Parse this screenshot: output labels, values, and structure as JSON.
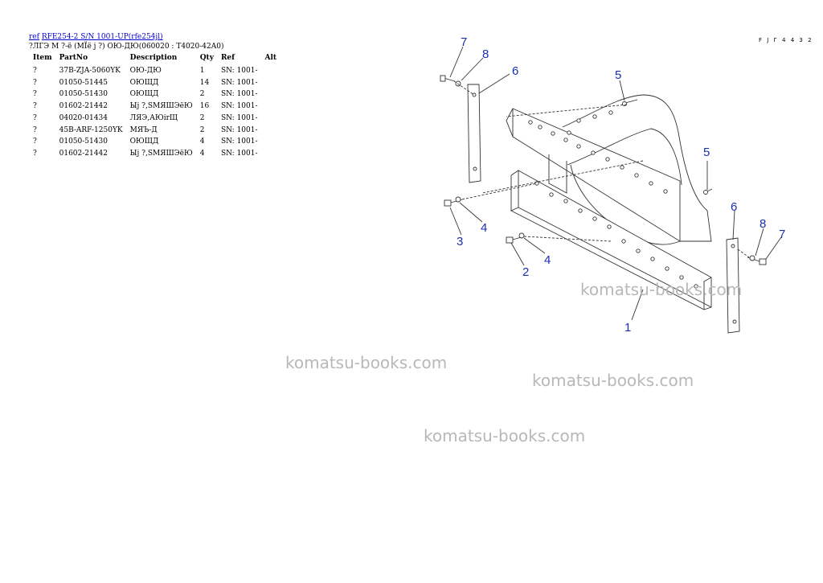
{
  "header": {
    "ref_link": "ref",
    "model_link": "RFE254-2 S/N 1001-UP(rfe254jl)"
  },
  "subtitle": "?ЛГЭ М ?-ё (МЇё j ?) ОЮ-ДЮ(060020 : T4020-42A0)",
  "page_code": "F J Г 4 4 3 2",
  "table": {
    "columns": [
      "Item",
      "PartNo",
      "Description",
      "Qty",
      "Ref",
      "Alt"
    ],
    "rows": [
      {
        "item": "?",
        "part_no": "37B-ZJA-5060YK",
        "description": "ОЮ-ДЮ",
        "qty": "1",
        "ref": "SN: 1001-",
        "alt": ""
      },
      {
        "item": "?",
        "part_no": "01050-51445",
        "description": "ОЮЩД",
        "qty": "14",
        "ref": "SN: 1001-",
        "alt": ""
      },
      {
        "item": "?",
        "part_no": "01050-51430",
        "description": "ОЮЩД",
        "qty": "2",
        "ref": "SN: 1001-",
        "alt": ""
      },
      {
        "item": "?",
        "part_no": "01602-21442",
        "description": "Ыj ?,SМЯШЭёЮ",
        "qty": "16",
        "ref": "SN: 1001-",
        "alt": ""
      },
      {
        "item": "?",
        "part_no": "04020-01434",
        "description": "ЛЯЭ,АЮirЩ",
        "qty": "2",
        "ref": "SN: 1001-",
        "alt": ""
      },
      {
        "item": "?",
        "part_no": "45B-ARF-1250YK",
        "description": "МЯЪ-Д",
        "qty": "2",
        "ref": "SN: 1001-",
        "alt": ""
      },
      {
        "item": "?",
        "part_no": "01050-51430",
        "description": "ОЮЩД",
        "qty": "4",
        "ref": "SN: 1001-",
        "alt": ""
      },
      {
        "item": "?",
        "part_no": "01602-21442",
        "description": "Ыj ?,SМЯШЭёЮ",
        "qty": "4",
        "ref": "SN: 1001-",
        "alt": ""
      }
    ]
  },
  "diagram": {
    "callouts": [
      {
        "id": "c7a",
        "label": "7"
      },
      {
        "id": "c8a",
        "label": "8"
      },
      {
        "id": "c6a",
        "label": "6"
      },
      {
        "id": "c5a",
        "label": "5"
      },
      {
        "id": "c5b",
        "label": "5"
      },
      {
        "id": "c6b",
        "label": "6"
      },
      {
        "id": "c8b",
        "label": "8"
      },
      {
        "id": "c7b",
        "label": "7"
      },
      {
        "id": "c3",
        "label": "3"
      },
      {
        "id": "c4a",
        "label": "4"
      },
      {
        "id": "c4b",
        "label": "4"
      },
      {
        "id": "c2",
        "label": "2"
      },
      {
        "id": "c1",
        "label": "1"
      }
    ]
  },
  "watermarks": [
    "komatsu-books.com",
    "komatsu-books.com",
    "komatsu-books.com",
    "komatsu-books.com"
  ]
}
